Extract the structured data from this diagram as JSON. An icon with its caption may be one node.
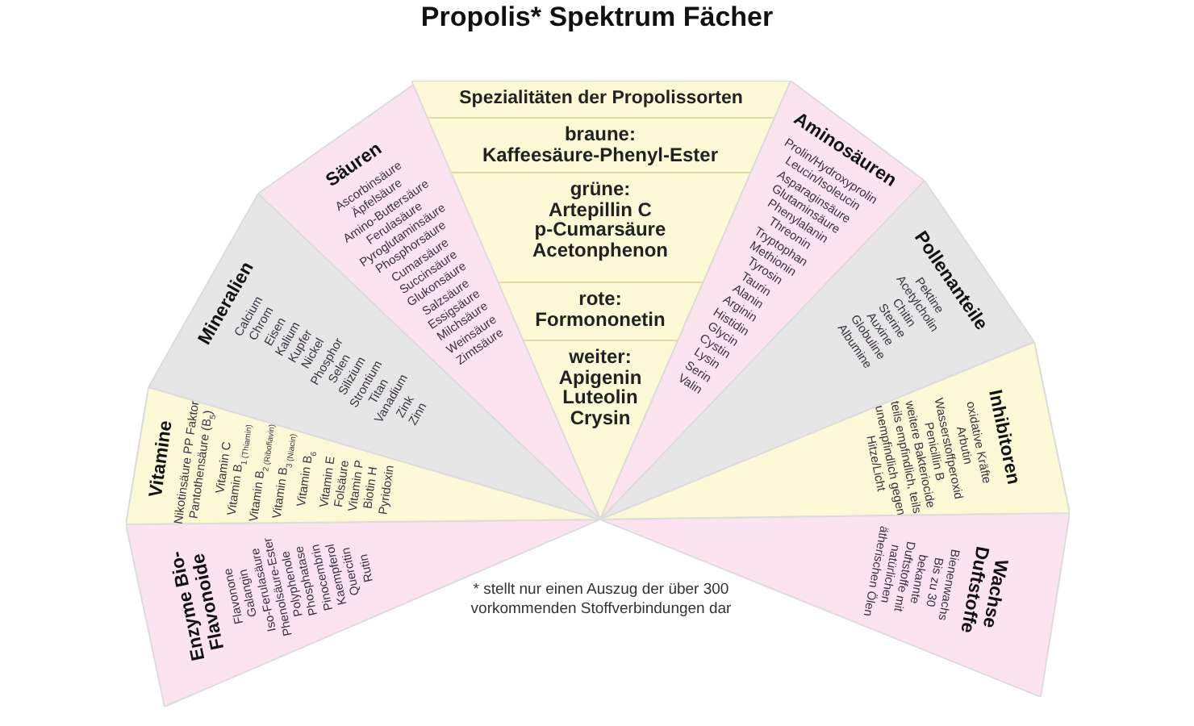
{
  "diagram": {
    "title": "Propolis* Spektrum Fächer",
    "caption": "* stellt nur einen Auszug der über 300 vorkommenden Stoffverbindungen dar",
    "nodes": [
      {
        "text": [
          "Enzyme Bio-Flavonoide",
          "Flavonone",
          "Galangin",
          "Iso-Ferulasäure",
          "Phenolsäure-Ester",
          "Polyphenole",
          "Phosphatase",
          "Pinocembrin",
          "Kaempferol",
          "Quercitin",
          "Rutin"
        ]
      },
      {
        "text": [
          "Vitamine",
          "Nikotinsäure PP Faktor",
          "Pantothensäure (B$_{5}$)",
          "Vitamin C",
          "Vitamin B$_{1 (Thiamin)}$",
          "Vitamin B$_{2 (Riboflavin)}$",
          "Vitamin B$_{3 (Niacin)}$",
          "Vitamin B$_{6}$",
          "Vitamin E",
          "Folsäure",
          "Vitamin P",
          "Biotin H",
          "Pyridoxin"
        ]
      },
      {
        "text": [
          "Mineralien",
          "Calcium",
          "Chrom",
          "Eisen",
          "Kalium",
          "Kupfer",
          "Nickel",
          "Phosphor",
          "Selen",
          "Silizium",
          "Strontium",
          "Titan",
          "Vanadium",
          "Zink",
          "Zinn"
        ]
      },
      {
        "text": [
          "Säuren",
          "Ascorbinsäure",
          "Äpfelsäure",
          "Amino-Buttersäure",
          "Ferulasäure",
          "Pyroglutaminsäure",
          "Phosphorsäure",
          "Cumarsäure",
          "Succinsäure",
          "Glukonsäure",
          "Salzsäure",
          "Essigsäure",
          "Milchsäure",
          "Weinsäure",
          "Zimtsäure"
        ]
      },
      {
        "text": [
          "Spezialitäten der Propolissorten"
        ]
      },
      {
        "text": [
          "braune:",
          "Kaffeesäure-Phenyl-Ester"
        ],
        "in": 4
      },
      {
        "text": [
          "grüne:",
          "Artepillin C",
          "p-Cumarsäure",
          "Acetonphenon"
        ],
        "in": 4
      },
      {
        "text": [
          "rote:",
          "Formononetin"
        ],
        "in": 4
      },
      {
        "text": [
          "weiter:",
          "Apigenin",
          "Luteolin",
          "Crysin"
        ],
        "in": 4
      },
      {
        "text": [
          "Aminosäuren",
          "Prolin/Hydroxyprolin",
          "Leucin/Isoleucin",
          "Asparaginsäure",
          "Glutaminsäure",
          "Phenylalanin",
          "Threonin",
          "Tryptophan",
          "Methionin",
          "Tyrosin",
          "Taurin",
          "Alanin",
          "Arginin",
          "Histidin",
          "Glycin",
          "Cystin",
          "Lysin",
          "Serin",
          "Valin"
        ]
      },
      {
        "text": [
          "Pollenanteile",
          "Pektine",
          "Acetylcholin",
          "Chitin",
          "Sterine",
          "Auxine",
          "Globuline",
          "Albumine"
        ]
      },
      {
        "text": [
          "Inhibitoren",
          "oxidative Kräfte",
          "Arbutin",
          "Wasserstoffperoxid",
          "Penicillin B",
          "weitere Bakteriocide",
          "teils empfindlich, teils unempfindlich gegen Hitze/Licht"
        ]
      },
      {
        "text": [
          "Wachse Duftstoffe",
          "Bienenwachs",
          "Bis zu 30 bekannte Duftstoffe mit natürlichen ätherischen Ölen"
        ]
      }
    ]
  }
}
